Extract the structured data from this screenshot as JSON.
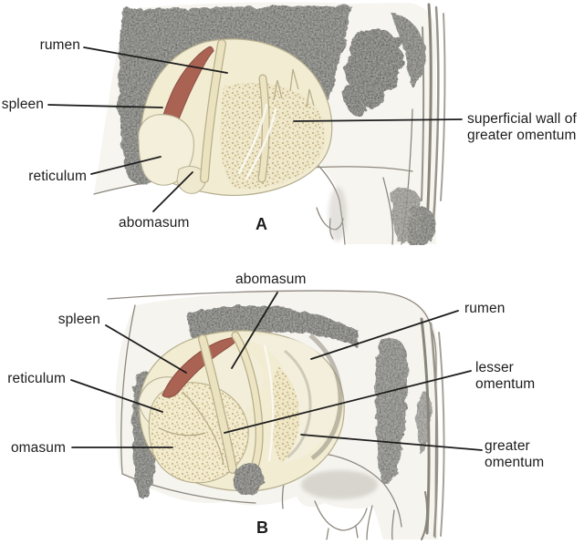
{
  "diagram": {
    "panel_a": {
      "letter": "A",
      "labels": {
        "rumen": "rumen",
        "spleen": "spleen",
        "reticulum": "reticulum",
        "abomasum": "abomasum",
        "superficial_wall": "superficial wall of\ngreater omentum"
      }
    },
    "panel_b": {
      "letter": "B",
      "labels": {
        "abomasum": "abomasum",
        "spleen": "spleen",
        "rumen": "rumen",
        "reticulum": "reticulum",
        "lesser_omentum": "lesser\nomentum",
        "omasum": "omasum",
        "greater_omentum": "greater\nomentum"
      }
    },
    "colors": {
      "background": "#ffffff",
      "label_text": "#1c1c1c",
      "leader_line": "#1d1d1d",
      "spleen_red": "#aa6253",
      "viscera_cream": "#f1ecd2",
      "stipple_dot": "#c2ae7f",
      "charcoal": "#3a3a38",
      "body_outline": "#8d887e"
    }
  }
}
